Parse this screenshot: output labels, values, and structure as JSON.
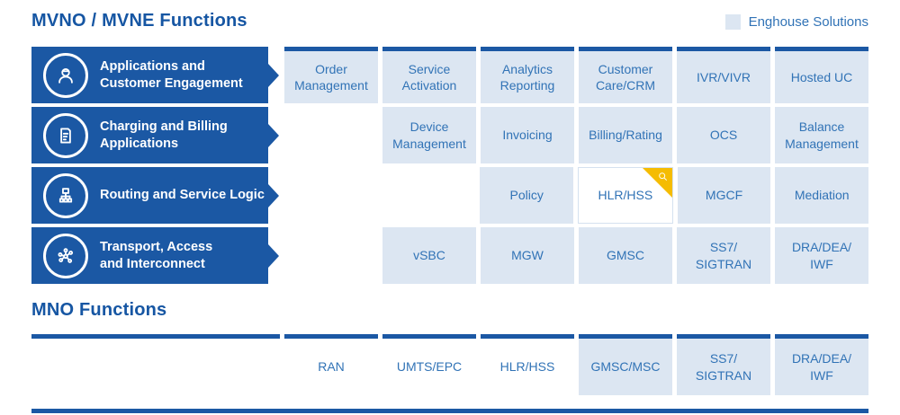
{
  "colors": {
    "navy": "#1B58A4",
    "enghouse_cell_blue": "#DCE6F2",
    "cell_text_blue": "#3173B6",
    "title_blue": "#1656A3",
    "highlight_yellow": "#F5BC02"
  },
  "header": {
    "title": "MVNO / MVNE Functions",
    "legend": {
      "swatch_icon": "light-blue-square-swatch",
      "label": "Enghouse Solutions"
    }
  },
  "grid": {
    "rows": [
      {
        "label": "Applications and\nCustomer Engagement",
        "icon": "person-icon",
        "cells": [
          "Order\nManagement",
          "Service\nActivation",
          "Analytics\nReporting",
          "Customer\nCare/CRM",
          "IVR/VIVR",
          "Hosted UC"
        ]
      },
      {
        "label": "Charging and Billing\nApplications",
        "icon": "invoice-icon",
        "cells": [
          "",
          "Device\nManagement",
          "Invoicing",
          "Billing/Rating",
          "OCS",
          "Balance\nManagement"
        ]
      },
      {
        "label": "Routing and Service Logic",
        "icon": "network-tree-icon",
        "cells": [
          "",
          "",
          "Policy",
          "HLR/HSS",
          "MGCF",
          "Mediation"
        ]
      },
      {
        "label": "Transport, Access\nand Interconnect",
        "icon": "hub-icon",
        "cells": [
          "",
          "vSBC",
          "MGW",
          "GMSC",
          "SS7/\nSIGTRAN",
          "DRA/DEA/\nIWF"
        ]
      }
    ],
    "highlight": {
      "cell": "HLR/HSS",
      "badge_icon": "search-icon"
    }
  },
  "mno": {
    "title": "MNO Functions",
    "cells": [
      "RAN",
      "UMTS/EPC",
      "HLR/HSS",
      "GMSC/MSC",
      "SS7/\nSIGTRAN",
      "DRA/DEA/\nIWF"
    ]
  }
}
